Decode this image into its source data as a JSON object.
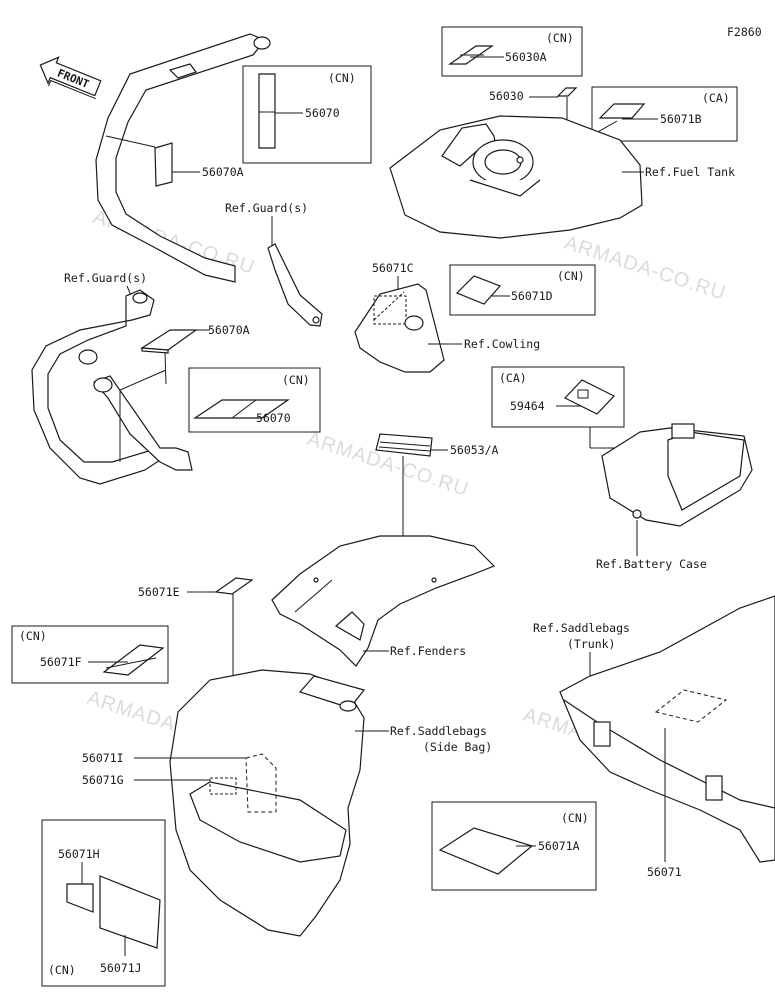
{
  "diagram_code": "F2860",
  "front_marker": "FRONT",
  "labels": {
    "p56030A": "56030A",
    "p56030": "56030",
    "p56071B": "56071B",
    "p56070_top": "56070",
    "p56070A_top": "56070A",
    "p56071C": "56071C",
    "p56071D": "56071D",
    "p56070A_mid": "56070A",
    "p56070_mid": "56070",
    "p59464": "59464",
    "p56053A": "56053/A",
    "p56071E": "56071E",
    "p56071F": "56071F",
    "p56071I": "56071I",
    "p56071G": "56071G",
    "p56071H": "56071H",
    "p56071J": "56071J",
    "p56071A": "56071A",
    "p56071": "56071"
  },
  "refs": {
    "fuel_tank": "Ref.Fuel Tank",
    "guards_top": "Ref.Guard(s)",
    "guards_left": "Ref.Guard(s)",
    "cowling": "Ref.Cowling",
    "battery_case": "Ref.Battery Case",
    "fenders": "Ref.Fenders",
    "saddlebags_trunk_1": "Ref.Saddlebags",
    "saddlebags_trunk_2": "(Trunk)",
    "saddlebags_side_1": "Ref.Saddlebags",
    "saddlebags_side_2": "(Side Bag)"
  },
  "region_tags": {
    "cn_56030A": "(CN)",
    "ca_56071B": "(CA)",
    "cn_56070_top": "(CN)",
    "cn_56071D": "(CN)",
    "cn_56070_mid": "(CN)",
    "ca_59464": "(CA)",
    "cn_56071F": "(CN)",
    "cn_56071A": "(CN)",
    "cn_56071HJ": "(CN)"
  },
  "watermark": "ARMADA-CO.RU"
}
